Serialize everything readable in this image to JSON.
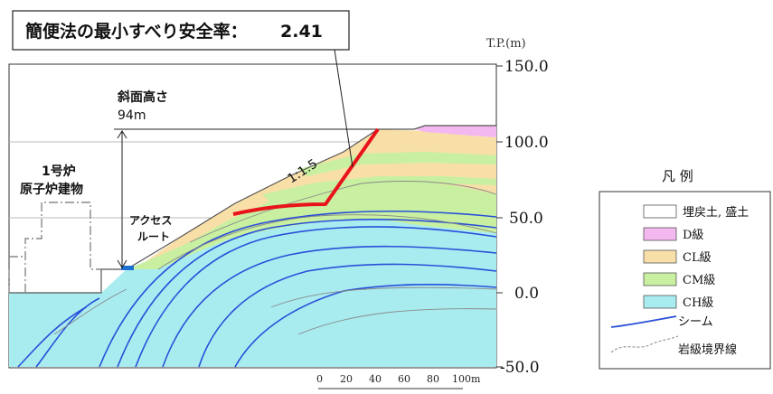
{
  "title": {
    "text": "簡便法の最小すべり安全率：",
    "value": "2.41"
  },
  "axis": {
    "unit_label": "T.P.(m)",
    "ticks": [
      "150.0",
      "100.0",
      "50.0",
      "0.0",
      "-50.0"
    ]
  },
  "scale_bar": {
    "labels": [
      "0",
      "20",
      "40",
      "60",
      "80",
      "100m"
    ]
  },
  "annotations": {
    "slope_height_label": "斜面高さ",
    "slope_height_value": "94m",
    "gradient": "1:1.5",
    "building_line1": "1号炉",
    "building_line2": "原子炉建物",
    "access_line1": "アクセス",
    "access_line2": "ルート"
  },
  "legend": {
    "title": "凡 例",
    "items": [
      {
        "label": "埋戻土, 盛土",
        "type": "fill",
        "color": "#ffffff"
      },
      {
        "label": "D級",
        "type": "fill",
        "color": "#f3b8f0"
      },
      {
        "label": "CL級",
        "type": "fill",
        "color": "#f8dfa8"
      },
      {
        "label": "CM級",
        "type": "fill",
        "color": "#c8f0a0"
      },
      {
        "label": "CH級",
        "type": "fill",
        "color": "#a8ecf0"
      },
      {
        "label": "シーム",
        "type": "line",
        "color": "#2a4fd8"
      },
      {
        "label": "岩級境界線",
        "type": "dashline",
        "color": "#888888"
      }
    ]
  },
  "colors": {
    "slip_line": "#e8141a",
    "seam": "#2a4fd8",
    "access_route": "#1a6fd0"
  }
}
